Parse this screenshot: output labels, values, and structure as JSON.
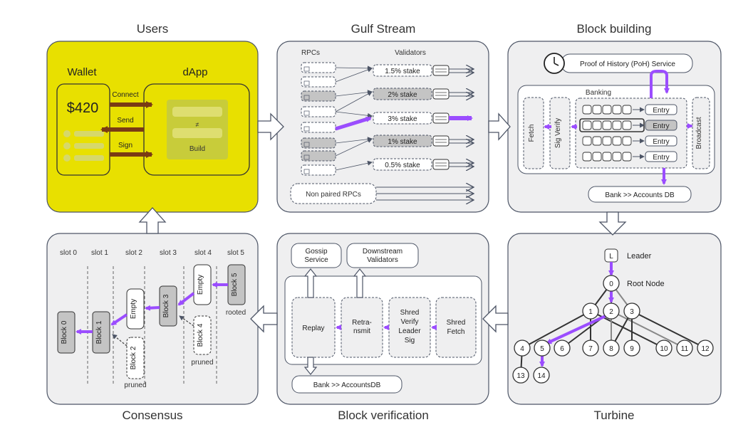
{
  "colors": {
    "panel_fill": "#efeff0",
    "panel_stroke": "#4d5566",
    "users_fill": "#e8e000",
    "accent_purple": "#9b4dff",
    "arrow_brown": "#7a3b14",
    "dapp_inner": "#c8cc3a",
    "gray_block": "#c4c4c4"
  },
  "panels": {
    "users": {
      "title": "Users",
      "wallet_label": "Wallet",
      "dapp_label": "dApp",
      "balance": "$420",
      "connect": "Connect",
      "send": "Send",
      "sign": "Sign",
      "equal": "≠",
      "build": "Build"
    },
    "gulf": {
      "title": "Gulf Stream",
      "rpcs": "RPCs",
      "validators": "Validators",
      "stakes": [
        "1.5% stake",
        "2% stake",
        "3% stake",
        "1% stake",
        "0.5% stake"
      ],
      "non_paired": "Non paired RPCs"
    },
    "block_building": {
      "title": "Block building",
      "poh": "Proof of History (PoH) Service",
      "banking": "Banking",
      "fetch": "Fetch",
      "sig_verify": "Sig Verify",
      "entries": [
        "Entry",
        "Entry",
        "Entry",
        "Entry"
      ],
      "broadcast": "Broadcast",
      "bank_db": "Bank >> Accounts DB"
    },
    "consensus": {
      "title": "Consensus",
      "slots": [
        "slot 0",
        "slot 1",
        "slot 2",
        "slot 3",
        "slot 4",
        "slot 5"
      ],
      "block0": "Block 0",
      "block1": "Block 1",
      "empty1": "Empty",
      "block2": "Block 2",
      "block3": "Block 3",
      "empty2": "Empty",
      "block4": "Block 4",
      "block5": "Block 5",
      "rooted": "rooted",
      "pruned_a": "pruned",
      "pruned_b": "pruned"
    },
    "verification": {
      "title": "Block verification",
      "gossip": [
        "Gossip",
        "Service"
      ],
      "downstream": [
        "Downstream",
        "Validators"
      ],
      "replay": "Replay",
      "retransmit": [
        "Retra-",
        "nsmit"
      ],
      "shred_verify": [
        "Shred",
        "Verify",
        "Leader",
        "Sig"
      ],
      "shred_fetch": [
        "Shred",
        "Fetch"
      ],
      "bank_db": "Bank >> AccountsDB"
    },
    "turbine": {
      "title": "Turbine",
      "leader_node": "L",
      "leader_label": "Leader",
      "root_node": "0",
      "root_label": "Root Node",
      "level1": [
        "1",
        "2",
        "3"
      ],
      "level2": [
        "4",
        "5",
        "6",
        "7",
        "8",
        "9",
        "10",
        "11",
        "12"
      ],
      "level3": [
        "13",
        "14"
      ]
    }
  }
}
